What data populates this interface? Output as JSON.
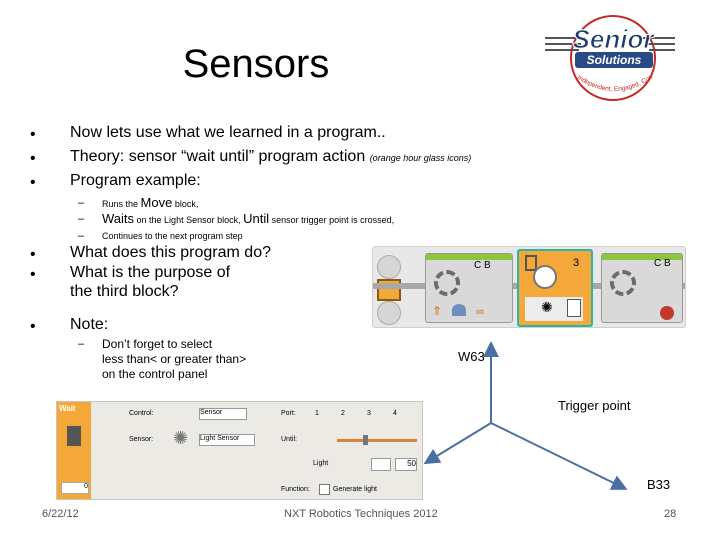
{
  "title": "Sensors",
  "bullets": [
    "Now lets use what we learned in a program..",
    "Theory: sensor “wait until” program action",
    "Program example:"
  ],
  "bullet2_note": "(orange hour glass icons)",
  "sub": {
    "runs_pre": "Runs the ",
    "runs_big": "Move",
    "runs_post": " block,",
    "waits_big": "Waits",
    "waits_mid": " on the Light Sensor block, ",
    "until_big": "Until",
    "waits_post": " sensor trigger point is crossed,",
    "continues": "Continues to the next program step"
  },
  "questions": [
    "What does this program do?",
    "What is the purpose of",
    "the third block?"
  ],
  "note": "Note:",
  "note_sub": [
    "Don’t forget to select",
    "less than< or greater than>",
    "on the control panel"
  ],
  "program": {
    "port1": "C B",
    "port2": "3",
    "port3": "C B"
  },
  "callouts": {
    "w63": "W63",
    "trigger": "Trigger point",
    "b33": "B33"
  },
  "panel": {
    "title": "Wait",
    "control_label": "Control:",
    "control_value": "Sensor",
    "sensor_label": "Sensor:",
    "sensor_value": "Light Sensor",
    "port_label": "Port:",
    "ports": [
      "1",
      "2",
      "3",
      "4"
    ],
    "until_label": "Until:",
    "light_label": "Light",
    "until_value": "50",
    "function_label": "Function:",
    "generate_light": "Generate light",
    "readout": "0"
  },
  "logo": {
    "word1": "Senior",
    "word2": "Solutions",
    "tagline": "Independent, Engaged, Connected"
  },
  "footer": {
    "date": "6/22/12",
    "center": "NXT Robotics Techniques 2012",
    "page": "28"
  },
  "colors": {
    "orange": "#f5a83a",
    "green": "#8cc63f",
    "teal": "#2bb3a3",
    "arrow": "#4a6fa5"
  }
}
